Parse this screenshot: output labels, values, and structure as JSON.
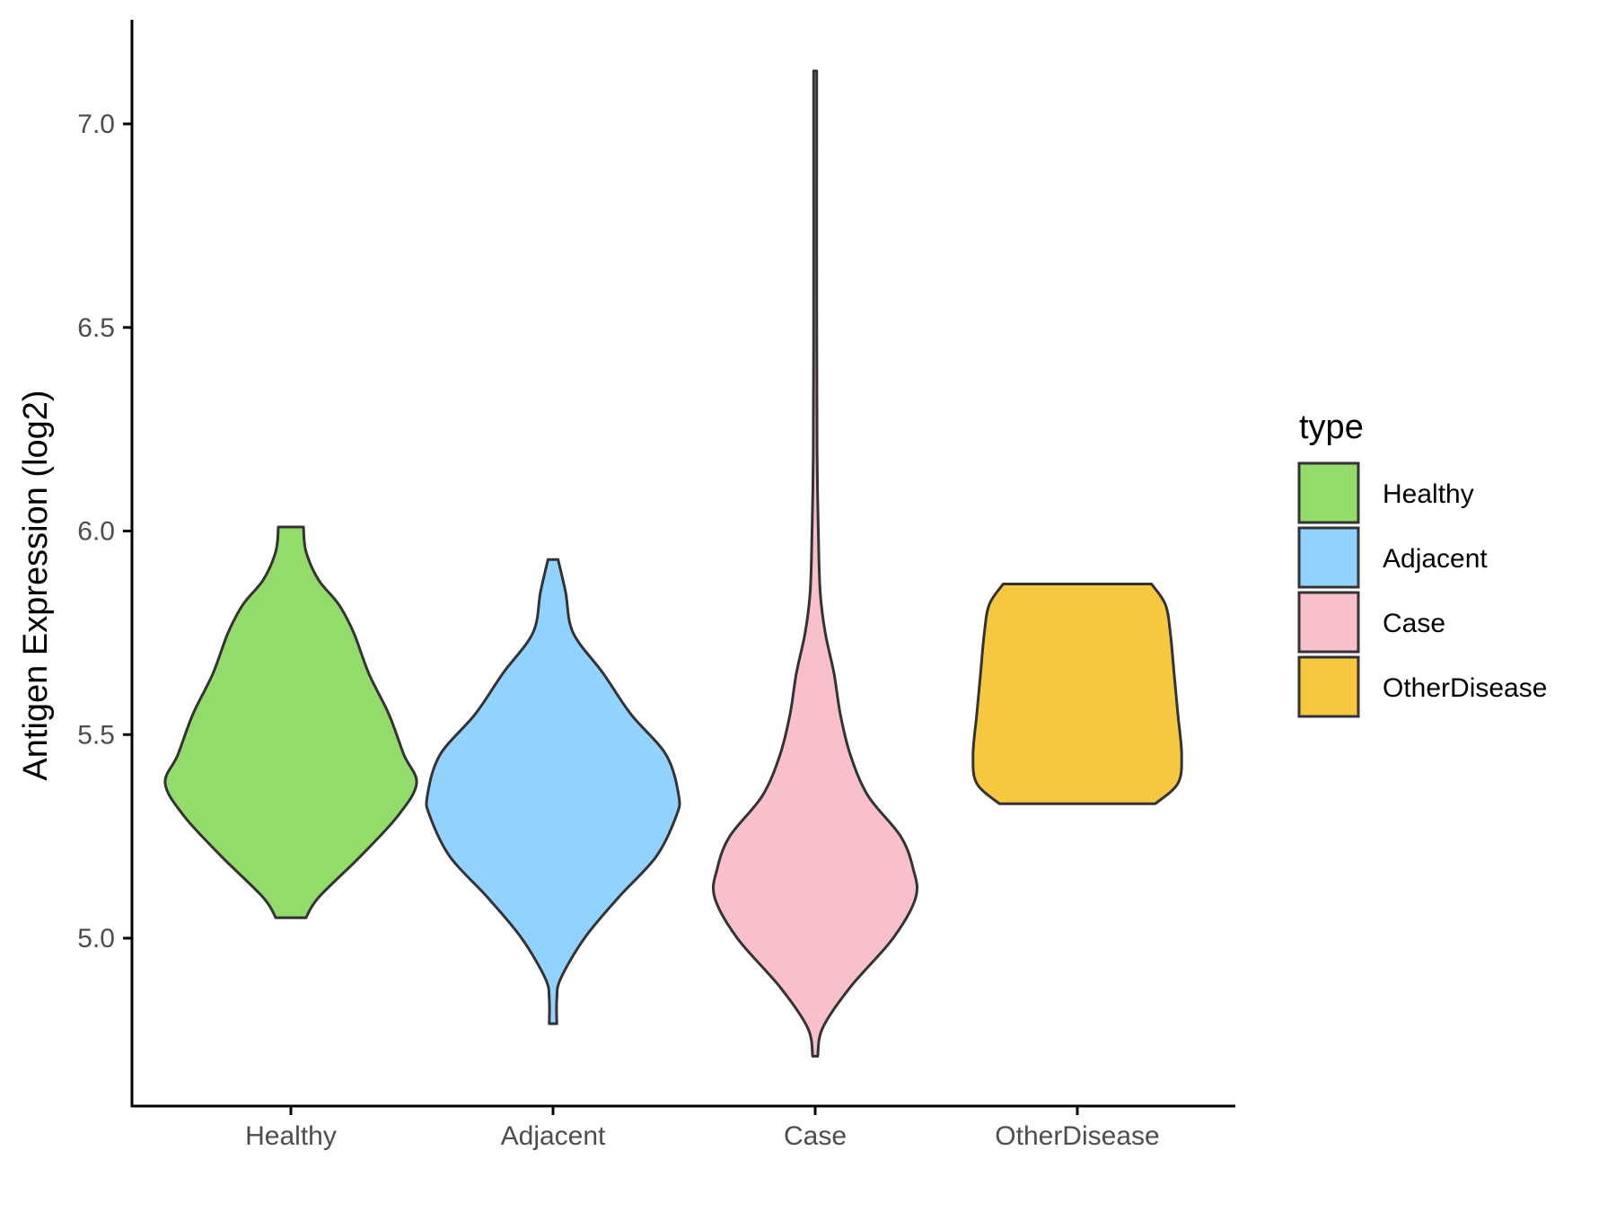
{
  "chart_data": {
    "type": "violin",
    "ylabel": "Antigen Expression (log2)",
    "xlabel": "",
    "ylim": [
      4.6,
      7.25
    ],
    "yticks": [
      5.0,
      5.5,
      6.0,
      6.5,
      7.0
    ],
    "ytick_labels": [
      "5.0",
      "5.5",
      "6.0",
      "6.5",
      "7.0"
    ],
    "categories": [
      "Healthy",
      "Adjacent",
      "Case",
      "OtherDisease"
    ],
    "grid": false,
    "legend": {
      "title": "type",
      "placement": "right",
      "entries": [
        "Healthy",
        "Adjacent",
        "Case",
        "OtherDisease"
      ]
    },
    "colors": {
      "Healthy": "#93db6a",
      "Adjacent": "#92d2ff",
      "Case": "#f7c0cb",
      "OtherDisease": "#f6c840"
    },
    "series": [
      {
        "name": "Healthy",
        "min": 5.05,
        "max": 6.01,
        "density": [
          [
            5.05,
            0.12
          ],
          [
            5.1,
            0.22
          ],
          [
            5.2,
            0.55
          ],
          [
            5.3,
            0.85
          ],
          [
            5.38,
            1.0
          ],
          [
            5.45,
            0.9
          ],
          [
            5.55,
            0.78
          ],
          [
            5.65,
            0.62
          ],
          [
            5.75,
            0.5
          ],
          [
            5.82,
            0.38
          ],
          [
            5.88,
            0.22
          ],
          [
            5.95,
            0.12
          ],
          [
            6.01,
            0.1
          ]
        ]
      },
      {
        "name": "Adjacent",
        "min": 4.79,
        "max": 5.93,
        "density": [
          [
            4.79,
            0.03
          ],
          [
            4.85,
            0.03
          ],
          [
            4.9,
            0.06
          ],
          [
            5.0,
            0.25
          ],
          [
            5.1,
            0.52
          ],
          [
            5.2,
            0.82
          ],
          [
            5.3,
            0.98
          ],
          [
            5.35,
            1.0
          ],
          [
            5.45,
            0.9
          ],
          [
            5.55,
            0.62
          ],
          [
            5.65,
            0.4
          ],
          [
            5.75,
            0.16
          ],
          [
            5.85,
            0.1
          ],
          [
            5.93,
            0.04
          ]
        ]
      },
      {
        "name": "Case",
        "min": 4.71,
        "max": 7.13,
        "density": [
          [
            4.71,
            0.02
          ],
          [
            4.78,
            0.06
          ],
          [
            4.88,
            0.28
          ],
          [
            5.0,
            0.62
          ],
          [
            5.1,
            0.8
          ],
          [
            5.17,
            0.78
          ],
          [
            5.25,
            0.68
          ],
          [
            5.35,
            0.42
          ],
          [
            5.45,
            0.28
          ],
          [
            5.55,
            0.2
          ],
          [
            5.65,
            0.15
          ],
          [
            5.75,
            0.08
          ],
          [
            5.85,
            0.04
          ],
          [
            6.0,
            0.025
          ],
          [
            6.2,
            0.015
          ],
          [
            6.6,
            0.012
          ],
          [
            7.0,
            0.012
          ],
          [
            7.13,
            0.012
          ]
        ]
      },
      {
        "name": "OtherDisease",
        "min": 5.33,
        "max": 5.87,
        "density": [
          [
            5.33,
            0.62
          ],
          [
            5.38,
            0.8
          ],
          [
            5.45,
            0.83
          ],
          [
            5.55,
            0.8
          ],
          [
            5.65,
            0.77
          ],
          [
            5.75,
            0.74
          ],
          [
            5.82,
            0.7
          ],
          [
            5.87,
            0.59
          ]
        ]
      }
    ]
  }
}
